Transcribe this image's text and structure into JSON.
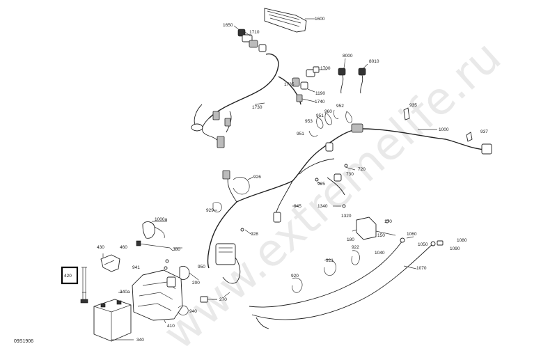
{
  "diagram": {
    "code": "09S1906",
    "watermark": "www.extremelife.ru",
    "highlighted_part": "420",
    "labels": {
      "p1600": "1600",
      "p1650": "1650",
      "p1710": "1710",
      "p1700": "1700",
      "p1735": "1735",
      "p1190": "1190",
      "p1740": "1740",
      "p1730": "1730",
      "p8000": "8000",
      "p8010": "8010",
      "p935": "935",
      "p1000": "1000",
      "p937": "937",
      "p952": "952",
      "p953": "953",
      "p951a": "951",
      "p960": "960",
      "p951b": "951",
      "p720": "720",
      "p730": "730",
      "p926": "926",
      "p925": "925",
      "p929": "929",
      "p945": "945",
      "p1340": "1340",
      "p1320": "1320",
      "p170": "170",
      "p928": "928",
      "p150": "150",
      "p180": "180",
      "p1000a": "1000a",
      "p1060": "1060",
      "p1080": "1080",
      "p1090": "1090",
      "p1050": "1050",
      "p922": "922",
      "p430": "430",
      "p460": "460",
      "p380": "380",
      "p1040": "1040",
      "p921": "921",
      "p1070": "1070",
      "p941": "941",
      "p950": "950",
      "p420": "420",
      "p200": "200",
      "p920": "920",
      "p340a": "340a",
      "p270": "270",
      "p410": "410",
      "p940": "940",
      "p340": "340"
    }
  }
}
